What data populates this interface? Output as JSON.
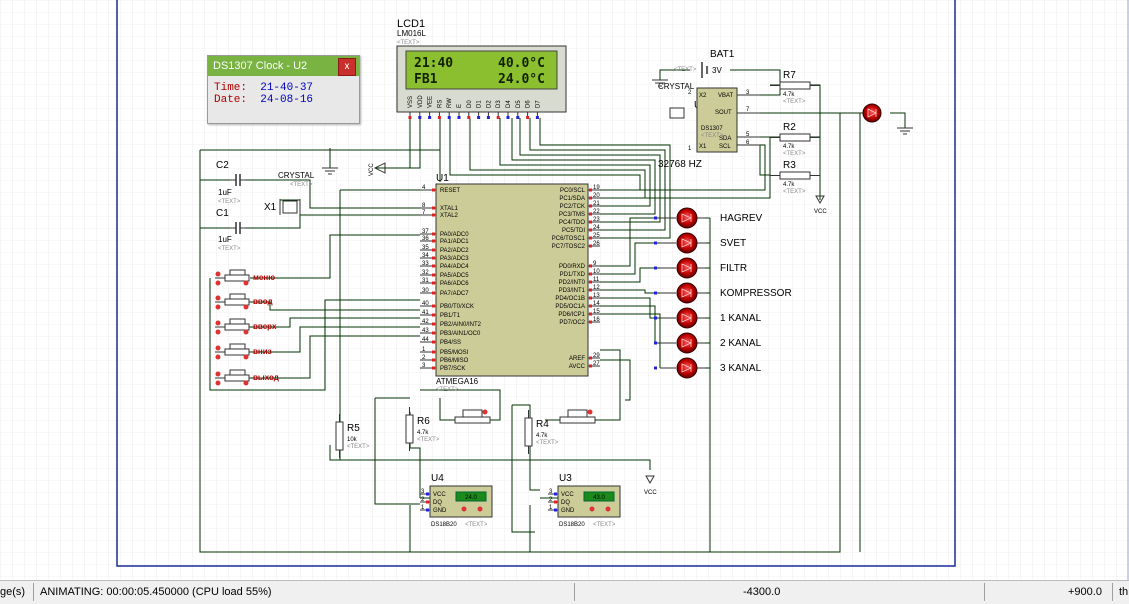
{
  "popup": {
    "title": "DS1307 Clock - U2",
    "close_label": "x",
    "time_label": "Time:",
    "time_value": "21-40-37",
    "date_label": "Date:",
    "date_value": "24-08-16"
  },
  "lcd": {
    "ref": "LCD1",
    "model": "LM016L",
    "text_tag": "<TEXT>",
    "line1_left": "21:40",
    "line1_right": "40.0°C",
    "line2_left": "FB1",
    "line2_right": "24.0°C",
    "pins": [
      "VSS",
      "VDD",
      "VEE",
      "RS",
      "RW",
      "E",
      "D0",
      "D1",
      "D2",
      "D3",
      "D4",
      "D5",
      "D6",
      "D7"
    ]
  },
  "mcu": {
    "ref": "U1",
    "model": "ATMEGA16",
    "text_tag": "<TEXT>",
    "left_pins": [
      {
        "num": "4",
        "name": "RESET"
      },
      {
        "num": "8",
        "name": "XTAL1"
      },
      {
        "num": "7",
        "name": "XTAL2"
      },
      {
        "num": "37",
        "name": "PA0/ADC0"
      },
      {
        "num": "36",
        "name": "PA1/ADC1"
      },
      {
        "num": "35",
        "name": "PA2/ADC2"
      },
      {
        "num": "34",
        "name": "PA3/ADC3"
      },
      {
        "num": "33",
        "name": "PA4/ADC4"
      },
      {
        "num": "32",
        "name": "PA5/ADC5"
      },
      {
        "num": "31",
        "name": "PA6/ADC6"
      },
      {
        "num": "30",
        "name": "PA7/ADC7"
      },
      {
        "num": "40",
        "name": "PB0/T0/XCK"
      },
      {
        "num": "41",
        "name": "PB1/T1"
      },
      {
        "num": "42",
        "name": "PB2/AIN0/INT2"
      },
      {
        "num": "43",
        "name": "PB3/AIN1/OC0"
      },
      {
        "num": "44",
        "name": "PB4/SS"
      },
      {
        "num": "1",
        "name": "PB5/MOSI"
      },
      {
        "num": "2",
        "name": "PB6/MISO"
      },
      {
        "num": "3",
        "name": "PB7/SCK"
      }
    ],
    "right_pins": [
      {
        "num": "19",
        "name": "PC0/SCL"
      },
      {
        "num": "20",
        "name": "PC1/SDA"
      },
      {
        "num": "21",
        "name": "PC2/TCK"
      },
      {
        "num": "22",
        "name": "PC3/TMS"
      },
      {
        "num": "23",
        "name": "PC4/TDO"
      },
      {
        "num": "24",
        "name": "PC5/TDI"
      },
      {
        "num": "25",
        "name": "PC6/TOSC1"
      },
      {
        "num": "26",
        "name": "PC7/TOSC2"
      },
      {
        "num": "9",
        "name": "PD0/RXD"
      },
      {
        "num": "10",
        "name": "PD1/TXD"
      },
      {
        "num": "11",
        "name": "PD2/INT0"
      },
      {
        "num": "12",
        "name": "PD3/INT1"
      },
      {
        "num": "13",
        "name": "PD4/OC1B"
      },
      {
        "num": "14",
        "name": "PD5/OC1A"
      },
      {
        "num": "15",
        "name": "PD6/ICP1"
      },
      {
        "num": "16",
        "name": "PD7/OC2"
      },
      {
        "num": "29",
        "name": "AREF"
      },
      {
        "num": "27",
        "name": "AVCC"
      }
    ]
  },
  "rtc": {
    "ref": "U2",
    "model": "DS1307",
    "text_tag": "<TEXT>",
    "pins_left": [
      "X2",
      "X1"
    ],
    "pins_right": [
      "VBAT",
      "SOUT",
      "SDA",
      "SCL"
    ],
    "pin_nums": [
      "2",
      "1",
      "3",
      "7",
      "5",
      "6"
    ],
    "crystal_label": "CRYSTAL",
    "freq_label": "32768 HZ"
  },
  "battery": {
    "ref": "BAT1",
    "value": "3V",
    "text_tag": "<TEXT>"
  },
  "resistors": [
    {
      "ref": "R7",
      "value": "4.7k"
    },
    {
      "ref": "R2",
      "value": "4.7k"
    },
    {
      "ref": "R3",
      "value": "4.7k"
    },
    {
      "ref": "R5",
      "value": "10k"
    },
    {
      "ref": "R6",
      "value": "4.7k"
    },
    {
      "ref": "R4",
      "value": "4.7k"
    }
  ],
  "caps": [
    {
      "ref": "C2",
      "value": "1uF"
    },
    {
      "ref": "C1",
      "value": "1uF"
    }
  ],
  "crystal": {
    "ref": "X1",
    "label": "CRYSTAL",
    "text_tag": "<TEXT>"
  },
  "buttons": [
    "меню",
    "ввод",
    "вверх",
    "вниз",
    "выход"
  ],
  "leds": [
    "HAGREV",
    "SVET",
    "FILTR",
    "KOMPRESSOR",
    "1 KANAL",
    "2 KANAL",
    "3 KANAL"
  ],
  "sensors": [
    {
      "ref": "U4",
      "model": "DS18B20",
      "reading": "24.0",
      "text_tag": "<TEXT>"
    },
    {
      "ref": "U3",
      "model": "DS18B20",
      "reading": "43.0",
      "text_tag": "<TEXT>"
    }
  ],
  "sensor_pins": [
    {
      "num": "3",
      "name": "VCC"
    },
    {
      "num": "2",
      "name": "DQ"
    },
    {
      "num": "1",
      "name": "GND"
    }
  ],
  "power_labels": {
    "vcc": "VCC"
  },
  "text_tag": "<TEXT>",
  "statusbar": {
    "left_fragment": "ge(s)",
    "animating": "ANIMATING: 00:00:05.450000 (CPU load 55%)",
    "coord_x": "-4300.0",
    "coord_y": "+900.0",
    "right_fragment": "th"
  }
}
